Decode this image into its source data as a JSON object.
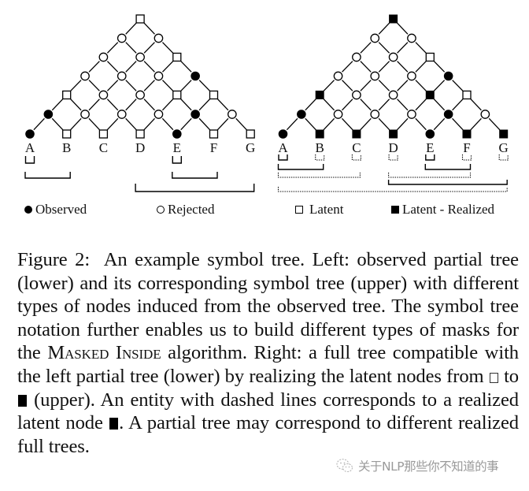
{
  "figure": {
    "label": "Figure 2",
    "leaf_labels": [
      "A",
      "B",
      "C",
      "D",
      "E",
      "F",
      "G"
    ],
    "node_types": {
      "observed": "filled-circle",
      "rejected": "open-circle",
      "latent": "open-square",
      "latent_realized": "filled-square"
    },
    "left_tree": {
      "description": "Observed partial tree (lower) and its corresponding symbol tree (upper)",
      "rows": [
        [
          "latent"
        ],
        [
          "rejected",
          "rejected"
        ],
        [
          "rejected",
          "rejected",
          "latent"
        ],
        [
          "rejected",
          "rejected",
          "rejected",
          "observed"
        ],
        [
          "latent",
          "rejected",
          "rejected",
          "latent",
          "latent"
        ],
        [
          "observed",
          "rejected",
          "rejected",
          "rejected",
          "observed",
          "rejected"
        ],
        [
          "observed",
          "latent",
          "latent",
          "latent",
          "observed",
          "latent",
          "latent"
        ]
      ],
      "brackets": [
        {
          "from": "A",
          "to": "A",
          "style": "solid",
          "level": 0
        },
        {
          "from": "E",
          "to": "E",
          "style": "solid",
          "level": 0
        },
        {
          "from": "A",
          "to": "B",
          "style": "solid",
          "level": 1
        },
        {
          "from": "E",
          "to": "F",
          "style": "solid",
          "level": 1
        },
        {
          "from": "D",
          "to": "G",
          "style": "solid",
          "level": 2
        }
      ]
    },
    "right_tree": {
      "description": "Full tree compatible with the left partial tree (lower), latent nodes realized (upper)",
      "rows": [
        [
          "latent_realized"
        ],
        [
          "rejected",
          "rejected"
        ],
        [
          "rejected",
          "rejected",
          "latent"
        ],
        [
          "rejected",
          "rejected",
          "rejected",
          "observed"
        ],
        [
          "latent_realized",
          "rejected",
          "rejected",
          "latent_realized",
          "latent"
        ],
        [
          "observed",
          "rejected",
          "rejected",
          "rejected",
          "observed",
          "rejected"
        ],
        [
          "observed",
          "latent_realized",
          "latent_realized",
          "latent_realized",
          "observed",
          "latent_realized",
          "latent_realized"
        ]
      ],
      "brackets": [
        {
          "from": "A",
          "to": "A",
          "style": "solid",
          "level": 0
        },
        {
          "from": "B",
          "to": "B",
          "style": "dashed",
          "level": 0
        },
        {
          "from": "C",
          "to": "C",
          "style": "dashed",
          "level": 0
        },
        {
          "from": "D",
          "to": "D",
          "style": "dashed",
          "level": 0
        },
        {
          "from": "E",
          "to": "E",
          "style": "solid",
          "level": 0
        },
        {
          "from": "F",
          "to": "F",
          "style": "dashed",
          "level": 0
        },
        {
          "from": "G",
          "to": "G",
          "style": "dashed",
          "level": 0
        },
        {
          "from": "A",
          "to": "B",
          "style": "solid",
          "level": 1
        },
        {
          "from": "E",
          "to": "F",
          "style": "solid",
          "level": 1
        },
        {
          "from": "A",
          "to": "C",
          "style": "dashed",
          "level": 2
        },
        {
          "from": "D",
          "to": "F",
          "style": "dashed",
          "level": 2
        },
        {
          "from": "D",
          "to": "G",
          "style": "solid",
          "level": 3
        },
        {
          "from": "A",
          "to": "G",
          "style": "dashed",
          "level": 4
        }
      ]
    },
    "legend": [
      {
        "type": "observed",
        "label": "Observed"
      },
      {
        "type": "rejected",
        "label": "Rejected"
      },
      {
        "type": "latent",
        "label": "Latent"
      },
      {
        "type": "latent_realized",
        "label": "Latent - Realized"
      }
    ]
  },
  "caption": {
    "prefix": "Figure 2:",
    "part1": "An example symbol tree. Left: observed partial tree (lower) and its corresponding symbol tree (upper) with different types of nodes induced from the observed tree. The symbol tree notation further enables us to build different types of masks for the ",
    "algorithm_name": "Masked Inside",
    "part2": " algorithm. Right: a full tree compatible with the left partial tree (lower) by realizing the latent nodes from ",
    "part3": " to ",
    "part4": " (upper). An entity with dashed lines corresponds to a realized latent node ",
    "part5": ". A partial tree may correspond to different realized full trees."
  },
  "watermark": {
    "icon": "wechat-icon",
    "text": "关于NLP那些你不知道的事"
  }
}
